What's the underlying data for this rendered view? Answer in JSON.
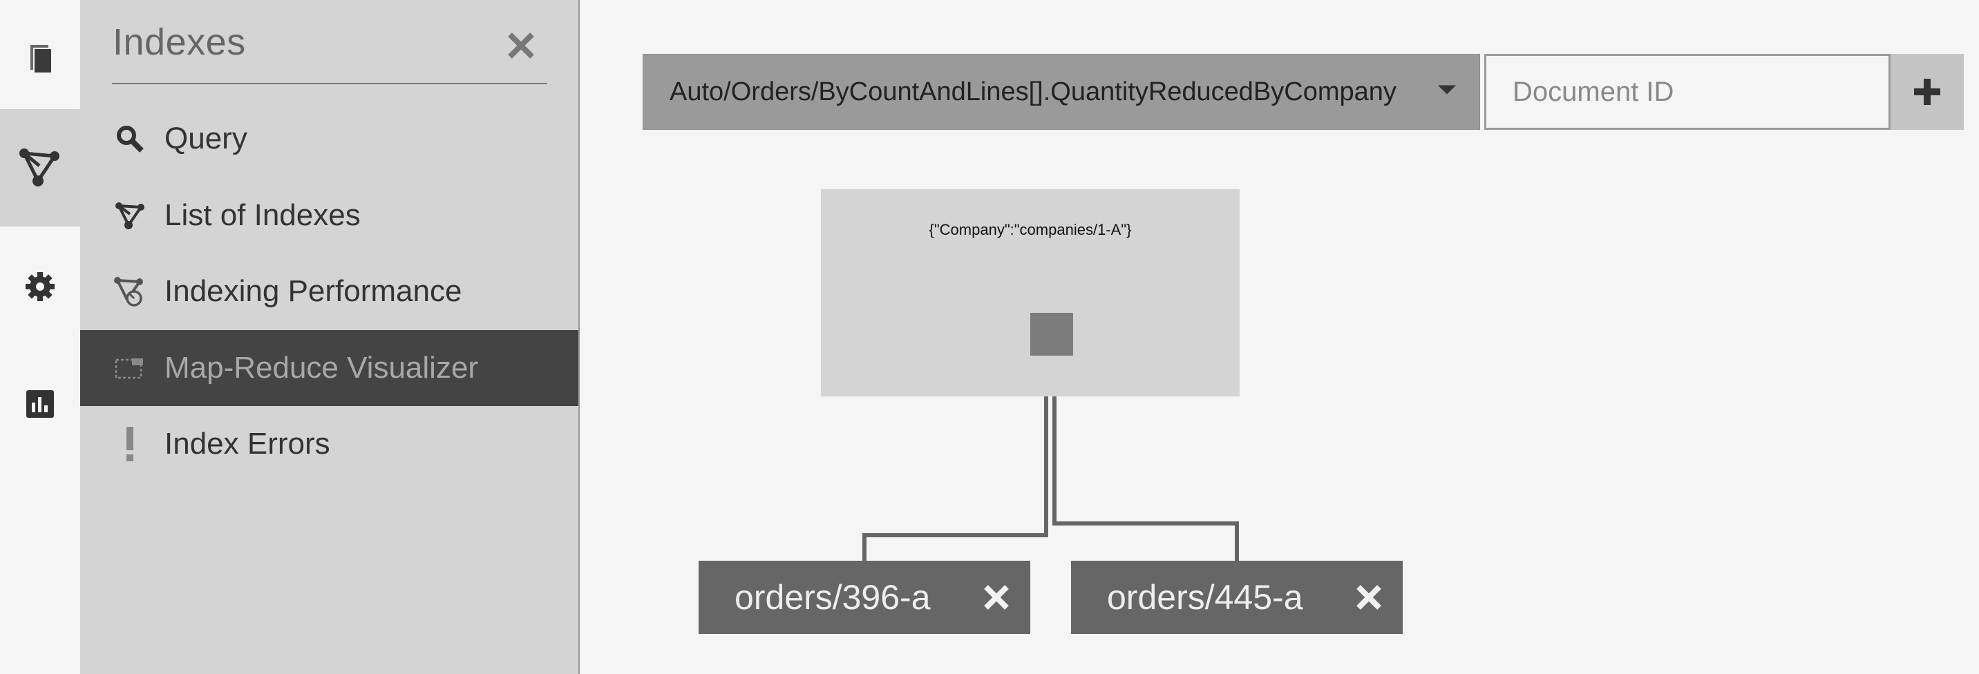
{
  "rail": {
    "items": [
      {
        "icon": "documents-icon",
        "active": false
      },
      {
        "icon": "indexes-icon",
        "active": true
      },
      {
        "icon": "settings-gear-icon",
        "active": false
      },
      {
        "icon": "stats-chart-icon",
        "active": false
      }
    ]
  },
  "panel": {
    "title": "Indexes",
    "menu": [
      {
        "label": "Query",
        "icon": "search-icon",
        "active": false
      },
      {
        "label": "List of Indexes",
        "icon": "index-graph-icon",
        "active": false
      },
      {
        "label": "Indexing Performance",
        "icon": "indexing-performance-icon",
        "active": false
      },
      {
        "label": "Map-Reduce Visualizer",
        "icon": "map-reduce-icon",
        "active": true
      },
      {
        "label": "Index Errors",
        "icon": "exclamation-icon",
        "active": false
      }
    ]
  },
  "toolbar": {
    "index_name": "Auto/Orders/ByCountAndLines[].QuantityReducedByCompany",
    "document_id_placeholder": "Document ID",
    "document_id_value": ""
  },
  "visualizer": {
    "reduce_key": "{\"Company\":\"companies/1-A\"}",
    "documents": [
      {
        "id": "orders/396-a"
      },
      {
        "id": "orders/445-a"
      }
    ]
  },
  "colors": {
    "rail_active": "#d2d2d2",
    "panel_bg": "#d4d4d4",
    "menu_active": "#444444",
    "select_bg": "#9a9a9a",
    "doc_box": "#666666",
    "reduce_node": "#7c7c7c"
  }
}
